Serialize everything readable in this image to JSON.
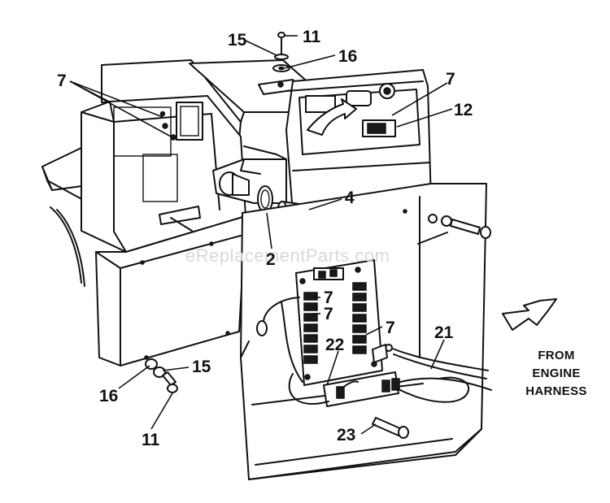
{
  "watermark": "eReplacementParts.com",
  "callouts": {
    "c7a": "7",
    "c7b": "7",
    "c15a": "15",
    "c11a": "11",
    "c16a": "16",
    "c7c": "7",
    "c12": "12",
    "c4": "4",
    "c2": "2",
    "c7d": "7",
    "c7e": "7",
    "c7f": "7",
    "c22": "22",
    "c21": "21",
    "c16b": "16",
    "c15b": "15",
    "c11b": "11",
    "c23": "23"
  },
  "harness_label": [
    "FROM",
    "ENGINE",
    "HARNESS"
  ]
}
